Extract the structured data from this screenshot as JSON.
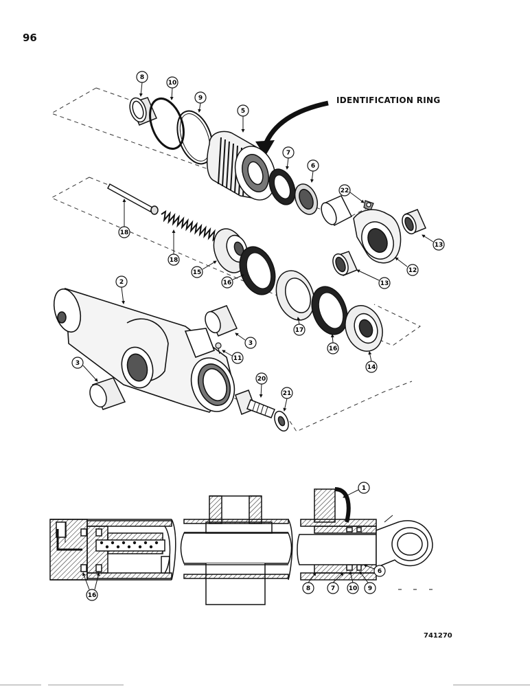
{
  "page_number": "96",
  "identification_label": "IDENTIFICATION RING",
  "drawing_number": "741270",
  "callouts": {
    "c8a": "8",
    "c10a": "10",
    "c9a": "9",
    "c5": "5",
    "c7a": "7",
    "c6a": "6",
    "c22": "22",
    "c18a": "18",
    "c18b": "18",
    "c15": "15",
    "c13a": "13",
    "c12": "12",
    "c13b": "13",
    "c16a": "16",
    "c2": "2",
    "c17": "17",
    "c16b": "16",
    "c14": "14",
    "c3a": "3",
    "c11": "11",
    "c3b": "3",
    "c20": "20",
    "c21": "21",
    "c1": "1",
    "c16c": "16",
    "c8b": "8",
    "c7b": "7",
    "c10b": "10",
    "c9b": "9",
    "c6b": "6"
  }
}
